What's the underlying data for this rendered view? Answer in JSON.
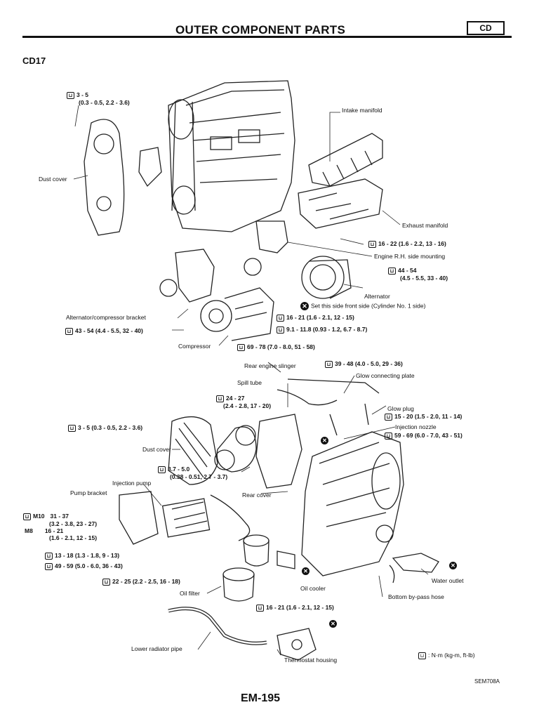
{
  "header": {
    "title": "OUTER COMPONENT PARTS",
    "section_code": "CD"
  },
  "model": "CD17",
  "labels": {
    "intake_manifold": "Intake manifold",
    "dust_cover_upper": "Dust cover",
    "exhaust_manifold": "Exhaust manifold",
    "engine_rh_mounting": "Engine R.H. side mounting",
    "alternator": "Alternator",
    "set_side_note": "Set this side front side (Cylinder No. 1 side)",
    "alt_comp_bracket": "Alternator/compressor bracket",
    "compressor": "Compressor",
    "rear_engine_slinger": "Rear engine slinger",
    "glow_connecting_plate": "Glow connecting plate",
    "spill_tube": "Spill tube",
    "glow_plug": "Glow plug",
    "injection_nozzle": "Injection nozzle",
    "dust_cover_lower": "Dust cover",
    "injection_pump": "Injection pump",
    "pump_bracket": "Pump bracket",
    "rear_cover": "Rear cover",
    "oil_filter": "Oil filter",
    "oil_cooler": "Oil cooler",
    "water_outlet": "Water outlet",
    "bottom_bypass_hose": "Bottom by-pass hose",
    "lower_radiator_pipe": "Lower radiator pipe",
    "thermostat_housing": "Thermostat housing",
    "m10": "M10",
    "m8": "M8"
  },
  "torques": {
    "t1_a": "3 - 5",
    "t1_b": "(0.3 - 0.5, 2.2 - 3.6)",
    "t2": "16 - 22 (1.6 - 2.2, 13 - 16)",
    "t3_a": "44 - 54",
    "t3_b": "(4.5 - 5.5, 33 - 40)",
    "t4": "16 - 21 (1.6 - 2.1, 12 - 15)",
    "t5": "9.1 - 11.8 (0.93 - 1.2, 6.7 - 8.7)",
    "t6": "43 - 54 (4.4 - 5.5, 32 - 40)",
    "t7": "69 - 78 (7.0 - 8.0, 51 - 58)",
    "t8": "39 - 48 (4.0 - 5.0, 29 - 36)",
    "t9_a": "24 - 27",
    "t9_b": "(2.4 - 2.8, 17 - 20)",
    "t10": "15 - 20 (1.5 - 2.0, 11 - 14)",
    "t11": "3 - 5 (0.3 - 0.5, 2.2 - 3.6)",
    "t12": "59 - 69 (6.0 - 7.0, 43 - 51)",
    "t13_a": "3.7 - 5.0",
    "t13_b": "(0.38 - 0.51, 2.7 - 3.7)",
    "t14_a": "31 - 37",
    "t14_b": "(3.2 - 3.8, 23 - 27)",
    "t14_c": "16 - 21",
    "t14_d": "(1.6 - 2.1, 12 - 15)",
    "t15": "13 - 18 (1.3 - 1.8, 9 - 13)",
    "t16": "49 - 59 (5.0 - 6.0, 36 - 43)",
    "t17": "22 - 25 (2.2 - 2.5, 16 - 18)",
    "t18": "16 - 21 (1.6 - 2.1, 12 - 15)"
  },
  "legend": {
    "torque_units": ": N·m (kg-m, ft-lb)"
  },
  "figure_code": "SEM708A",
  "page_number": "EM-195"
}
